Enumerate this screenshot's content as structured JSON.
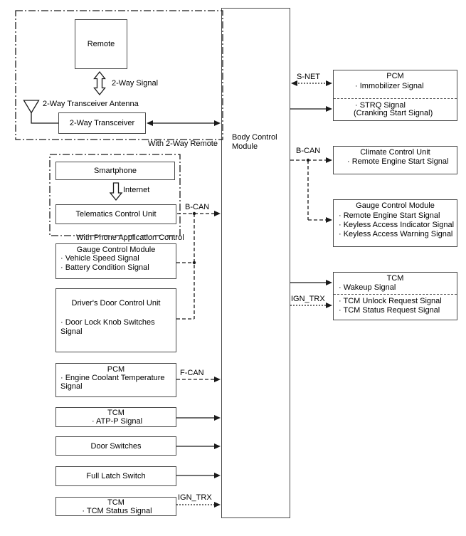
{
  "diagram": {
    "bcm": {
      "title": "Body Control Module"
    },
    "remote_group": {
      "caption": "With 2-Way Remote",
      "remote": "Remote",
      "two_way_signal": "2-Way Signal",
      "antenna_label": "2-Way Transceiver Antenna",
      "transceiver": "2-Way Transceiver"
    },
    "phone_group": {
      "caption": "With Phone Application Control",
      "smartphone": "Smartphone",
      "internet": "Internet",
      "telematics": "Telematics Control Unit"
    },
    "left_modules": {
      "gauge": {
        "title": "Gauge Control Module",
        "item1": "· Vehicle Speed Signal",
        "item2": "· Battery Condition Signal"
      },
      "driver_door": {
        "title": "Driver's Door Control Unit",
        "item1": "· Door Lock Knob Switches Signal"
      },
      "pcm": {
        "title": "PCM",
        "item1": "· Engine Coolant Temperature Signal"
      },
      "tcm_atp": {
        "title": "TCM",
        "item1": "· ATP-P Signal"
      },
      "door_switches": {
        "title": "Door Switches"
      },
      "full_latch": {
        "title": "Full Latch Switch"
      },
      "tcm_status": {
        "title": "TCM",
        "item1": "· TCM Status Signal"
      }
    },
    "right_modules": {
      "pcm": {
        "title": "PCM",
        "item1": "· Immobilizer Signal",
        "item2": "· STRQ Signal",
        "item2b": "(Cranking Start Signal)"
      },
      "climate": {
        "title": "Climate Control Unit",
        "item1": "· Remote Engine Start Signal"
      },
      "gauge": {
        "title": "Gauge Control Module",
        "item1": "· Remote Engine Start Signal",
        "item2": "· Keyless Access Indicator Signal",
        "item3": "· Keyless Access Warning Signal"
      },
      "tcm": {
        "title": "TCM",
        "item1": "· Wakeup Signal",
        "item2": "· TCM Unlock Request Signal",
        "item3": "· TCM Status Request Signal"
      }
    },
    "bus_labels": {
      "b_can_left": "B-CAN",
      "f_can": "F-CAN",
      "ign_trx_left": "IGN_TRX",
      "s_net": "S-NET",
      "b_can_right": "B-CAN",
      "ign_trx_right": "IGN_TRX"
    },
    "colors": {
      "line": "#1a1a1a",
      "box_border": "#4a4a4a",
      "background": "#ffffff"
    }
  }
}
